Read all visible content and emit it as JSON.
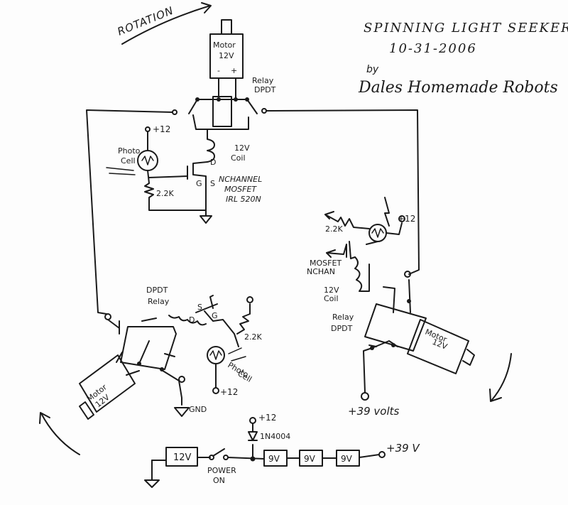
{
  "title": "SPINNING LIGHT SEEKER",
  "date": "10-31-2006",
  "by": "by",
  "author": "Dales Homemade Robots",
  "rotation": "ROTATION",
  "top": {
    "motor": "Motor",
    "motor_v": "12V",
    "minus": "-",
    "plus": "+",
    "relay": "Relay",
    "relay_type": "DPDT",
    "plus12": "+12",
    "photo": "Photo",
    "cell": "Cell",
    "coil_v": "12V",
    "coil": "Coil",
    "resistor": "2.2K",
    "d": "D",
    "g": "G",
    "s": "S",
    "mosfet1": "NCHANNEL",
    "mosfet2": "MOSFET",
    "mosfet3": "IRL 520N"
  },
  "right": {
    "resistor": "2.2K",
    "plus12": "+12",
    "mosfet1": "MOSFET",
    "mosfet2": "NCHAN",
    "coil_v": "12V",
    "coil": "Coil",
    "relay": "Relay",
    "relay_type": "DPDT",
    "motor": "Motor",
    "motor_v": "12V",
    "supply": "+39 volts"
  },
  "left": {
    "relay_type": "DPDT",
    "relay": "Relay",
    "s": "S",
    "d": "D",
    "g": "G",
    "resistor": "2.2K",
    "photo": "Photo",
    "cell": "Cell",
    "plus12": "+12",
    "gnd": "GND",
    "motor": "Motor",
    "motor_v": "12V"
  },
  "power": {
    "battery_12": "12V",
    "switch1": "POWER",
    "switch2": "ON",
    "plus12": "+12",
    "diode": "1N4004",
    "bat1": "9V",
    "bat2": "9V",
    "bat3": "9V",
    "out": "+39 V"
  }
}
